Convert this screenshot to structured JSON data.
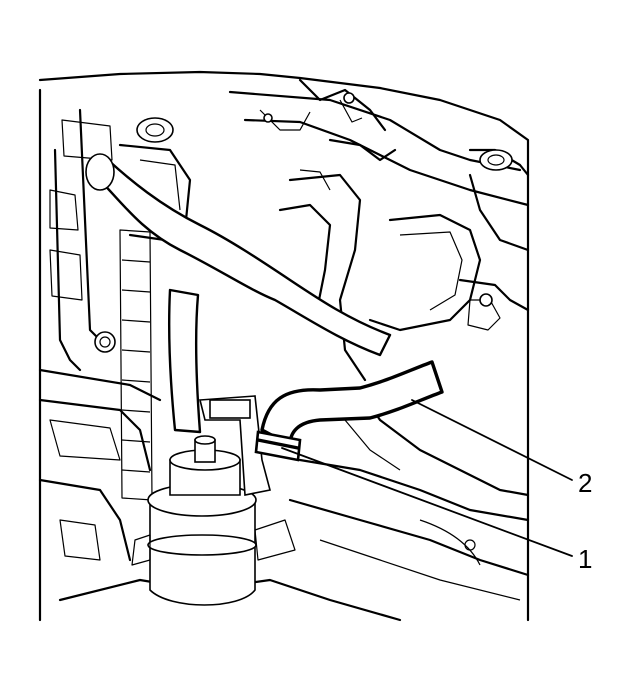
{
  "callouts": [
    {
      "label": "1",
      "target": "hose-clamp"
    },
    {
      "label": "2",
      "target": "hose"
    }
  ]
}
